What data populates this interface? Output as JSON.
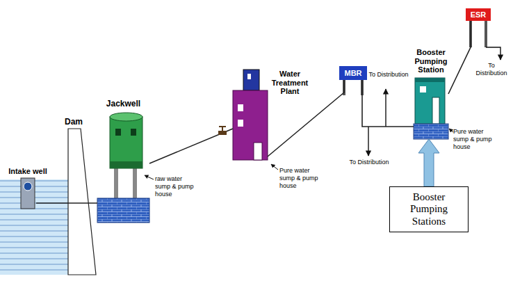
{
  "diagram": {
    "nodes": [
      {
        "text": [
          "Intake well"
        ]
      },
      {
        "text": [
          "Jackwell"
        ]
      },
      {
        "text": [
          "Water Treatment Plant"
        ]
      },
      {
        "text": [
          "MBR"
        ]
      },
      {
        "text": [
          "Booster Pumping Station"
        ]
      },
      {
        "text": [
          "ESR"
        ]
      },
      {
        "text": [
          "Booster Pumping Stations"
        ]
      }
    ],
    "edges": [
      {
        "from": 0,
        "to": 1,
        "arrow": "none"
      },
      {
        "from": 1,
        "to": 2,
        "arrow": "none"
      },
      {
        "from": 2,
        "to": 3,
        "arrow": "none"
      },
      {
        "from": 3,
        "to": 4,
        "arrow": "none"
      },
      {
        "from": 4,
        "to": 5,
        "arrow": "none"
      },
      {
        "from": 6,
        "to": 4,
        "arrow": "to"
      }
    ],
    "labels": [
      "Dam",
      "raw water sump & pump house",
      "Pure water sump & pump house",
      "To Distribution",
      "To Distribution",
      "Pure water sump & pump house",
      "To Distribution"
    ]
  }
}
